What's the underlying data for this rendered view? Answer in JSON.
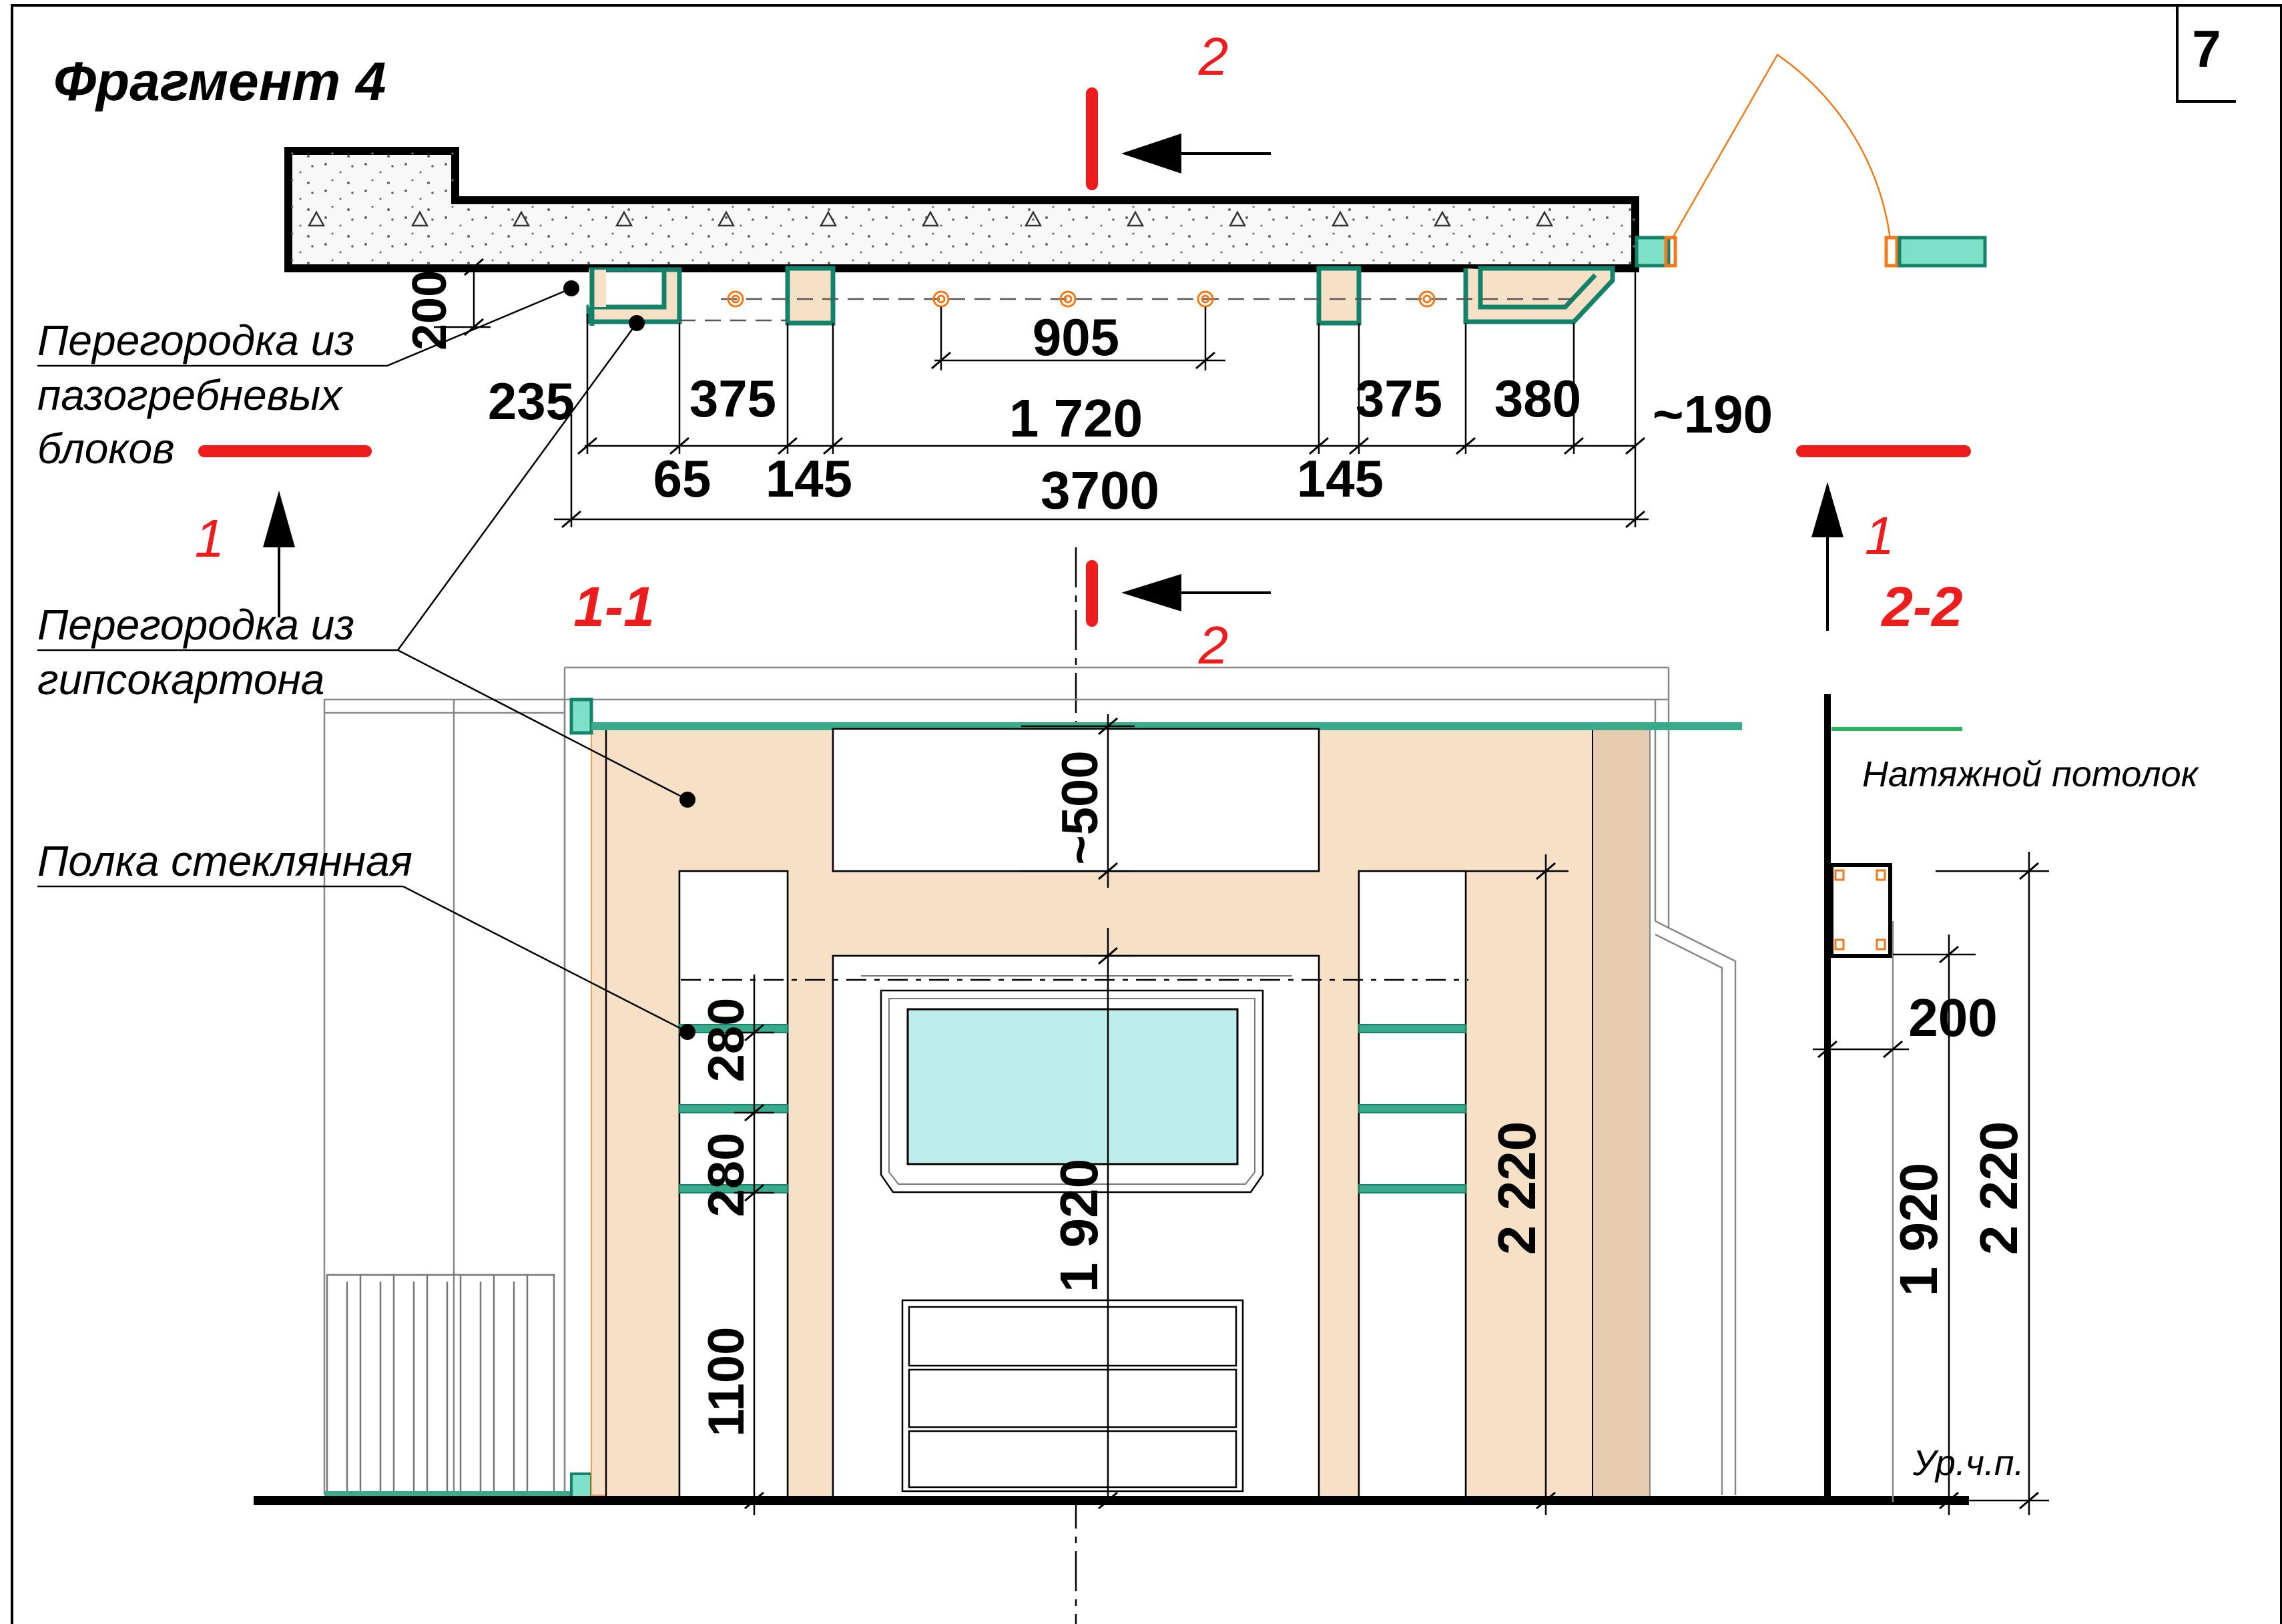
{
  "title": "Фрагмент 4",
  "sheet_number": "7",
  "section_marks": {
    "mark_1": "1",
    "mark_2": "2",
    "view_1_1": "1-1",
    "view_2_2": "2-2"
  },
  "labels": {
    "partition_blocks_line1": "Перегородка из",
    "partition_blocks_line2": "пазогребневых",
    "partition_blocks_line3": "блоков",
    "partition_gypsum_line1": "Перегородка из",
    "partition_gypsum_line2": "гипсокартона",
    "glass_shelf": "Полка стеклянная",
    "stretch_ceiling": "Натяжной потолок",
    "floor_level": "Ур.ч.п."
  },
  "plan_dims": {
    "d200": "200",
    "d905": "905",
    "d235": "235",
    "d375_left": "375",
    "d1720": "1 720",
    "d375_right": "375",
    "d380": "380",
    "d190": "~190",
    "d65": "65",
    "d145_left": "145",
    "d145_right": "145",
    "d3700": "3700"
  },
  "elev_dims": {
    "d500": "~500",
    "d280_top": "280",
    "d280_bottom": "280",
    "d1100": "1100",
    "d1920_center": "1 920",
    "d2220_right": "2 220"
  },
  "section_dims": {
    "d200": "200",
    "d1920": "1 920",
    "d2220": "2 220"
  },
  "colors": {
    "wall_fill": "#f8f8f8",
    "partition_fill": "#f6e0c6",
    "partition_dark": "#e7cbb0",
    "glass_green": "#3aaa8c",
    "tv_screen": "#bdeced",
    "section_red": "#ee1c1c",
    "door_orange": "#f07a1a",
    "ceiling_green": "#22b85a"
  }
}
